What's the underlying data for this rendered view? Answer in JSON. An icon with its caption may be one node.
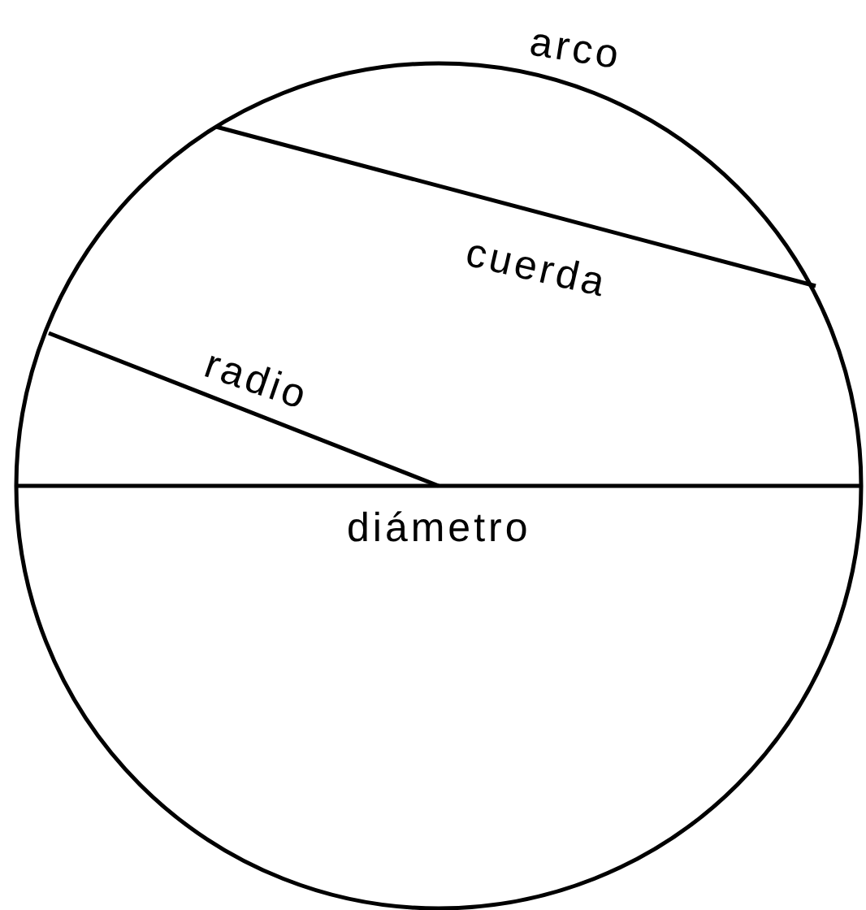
{
  "diagram": {
    "labels": [
      "arco",
      "cuerda",
      "radio",
      "diámetro"
    ]
  }
}
